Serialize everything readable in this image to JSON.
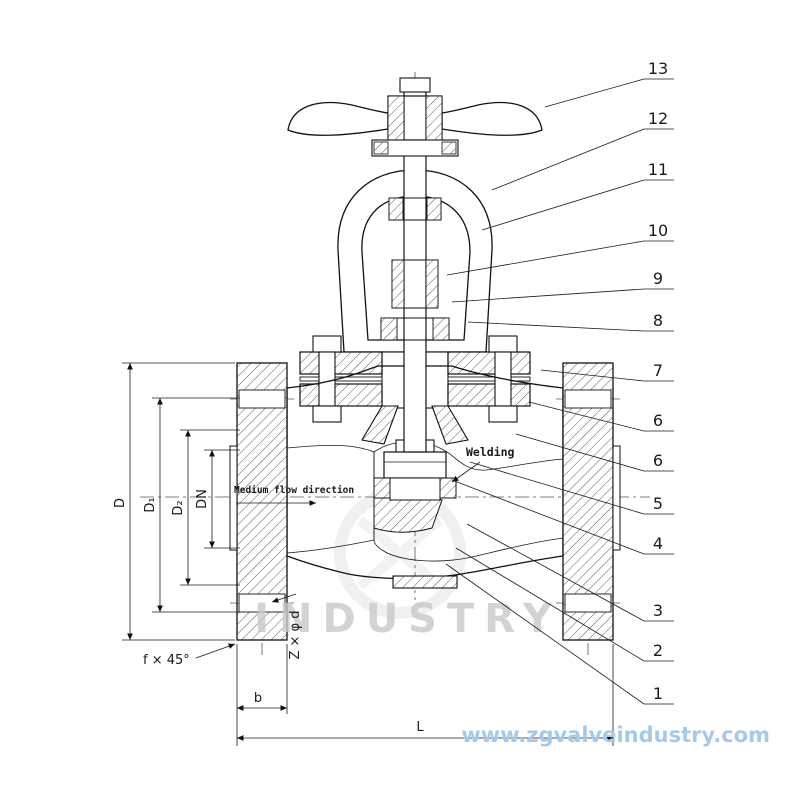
{
  "callouts": [
    {
      "label": "13"
    },
    {
      "label": "12"
    },
    {
      "label": "11"
    },
    {
      "label": "10"
    },
    {
      "label": "9"
    },
    {
      "label": "8"
    },
    {
      "label": "7"
    },
    {
      "label": "6"
    },
    {
      "label": "6"
    },
    {
      "label": "5"
    },
    {
      "label": "4"
    },
    {
      "label": "3"
    },
    {
      "label": "2"
    },
    {
      "label": "1"
    }
  ],
  "dimensions": {
    "d": "D",
    "d1": "D₁",
    "d2": "D₂",
    "dn": "DN",
    "f45": "f × 45°",
    "b": "b",
    "zphid": "Z × φ d",
    "l": "L"
  },
  "annotations": {
    "flow": "Medium flow direction",
    "welding": "Welding"
  },
  "watermark": {
    "industry": "INDUSTRY",
    "website": "www.zgvalveindustry.com",
    "website_color": "#a7c9e9",
    "line_color": "#1a1a1a"
  }
}
